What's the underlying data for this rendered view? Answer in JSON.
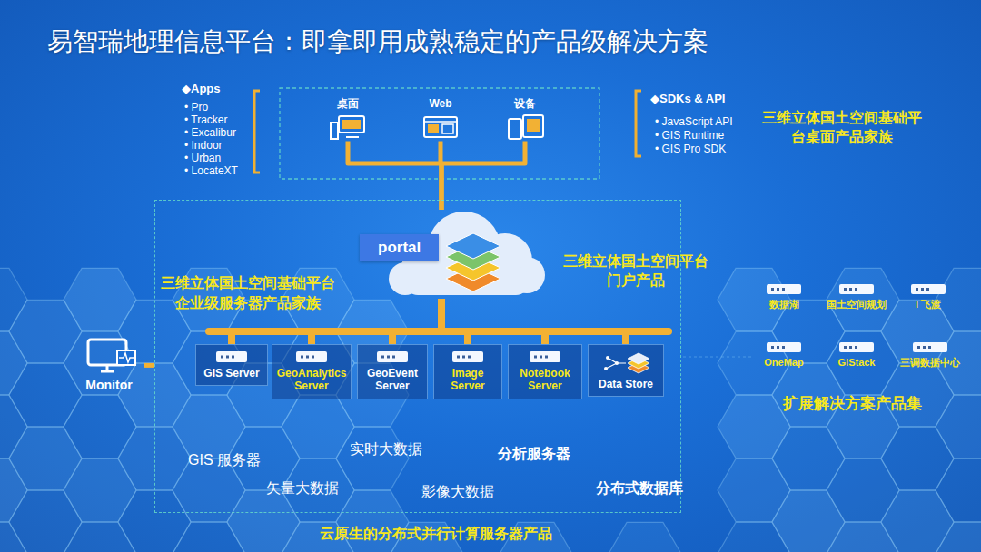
{
  "diagram": {
    "title": "易智瑞地理信息平台：即拿即用成熟稳定的产品级解决方案",
    "nodes": [
      {
        "text": [
          "桌面"
        ]
      },
      {
        "text": [
          "Web"
        ]
      },
      {
        "text": [
          "设备"
        ]
      },
      {
        "text": [
          "三维立体国土空间基础平台 企业级服务器产品家族"
        ]
      },
      {
        "text": [
          "portal"
        ],
        "in": 3
      },
      {
        "text": [
          "GIS Server"
        ],
        "in": 3
      },
      {
        "text": [
          "GeoAnalytics Server"
        ],
        "in": 3
      },
      {
        "text": [
          "GeoEvent Server"
        ],
        "in": 3
      },
      {
        "text": [
          "Image Server"
        ],
        "in": 3
      },
      {
        "text": [
          "Notebook Server"
        ],
        "in": 3
      },
      {
        "text": [
          "Data Store"
        ],
        "in": 3
      },
      {
        "text": [
          "Monitor"
        ]
      },
      {
        "text": [
          "数据湖"
        ]
      },
      {
        "text": [
          "国土空间规划"
        ]
      },
      {
        "text": [
          "I 飞渡"
        ]
      },
      {
        "text": [
          "OneMap"
        ]
      },
      {
        "text": [
          "GIStack"
        ]
      },
      {
        "text": [
          "三调数据中心"
        ]
      }
    ],
    "edges": [
      {
        "from": 0,
        "to": 4,
        "arrow": "none"
      },
      {
        "from": 1,
        "to": 4,
        "arrow": "none"
      },
      {
        "from": 2,
        "to": 4,
        "arrow": "none"
      },
      {
        "from": 4,
        "to": 5,
        "arrow": "none"
      },
      {
        "from": 4,
        "to": 6,
        "arrow": "none"
      },
      {
        "from": 4,
        "to": 7,
        "arrow": "none"
      },
      {
        "from": 4,
        "to": 8,
        "arrow": "none"
      },
      {
        "from": 4,
        "to": 9,
        "arrow": "none"
      },
      {
        "from": 4,
        "to": 10,
        "arrow": "none"
      },
      {
        "from": 11,
        "to": 3,
        "arrow": "none"
      }
    ],
    "labels": [
      "◆Apps",
      "• Pro",
      "• Tracker",
      "• Excalibur",
      "• Indoor",
      "• Urban",
      "• LocateXT",
      "◆SDKs & API",
      "• JavaScript API",
      "• GIS Runtime",
      "• GIS Pro SDK",
      "三维立体国土空间基础平台桌面产品家族",
      "三维立体国土空间平台 门户产品",
      "扩展解决方案产品集",
      "GIS 服务器",
      "实时大数据",
      "分析服务器",
      "矢量大数据",
      "影像大数据",
      "分布式数据库",
      "云原生的分布式并行计算服务器产品"
    ]
  }
}
